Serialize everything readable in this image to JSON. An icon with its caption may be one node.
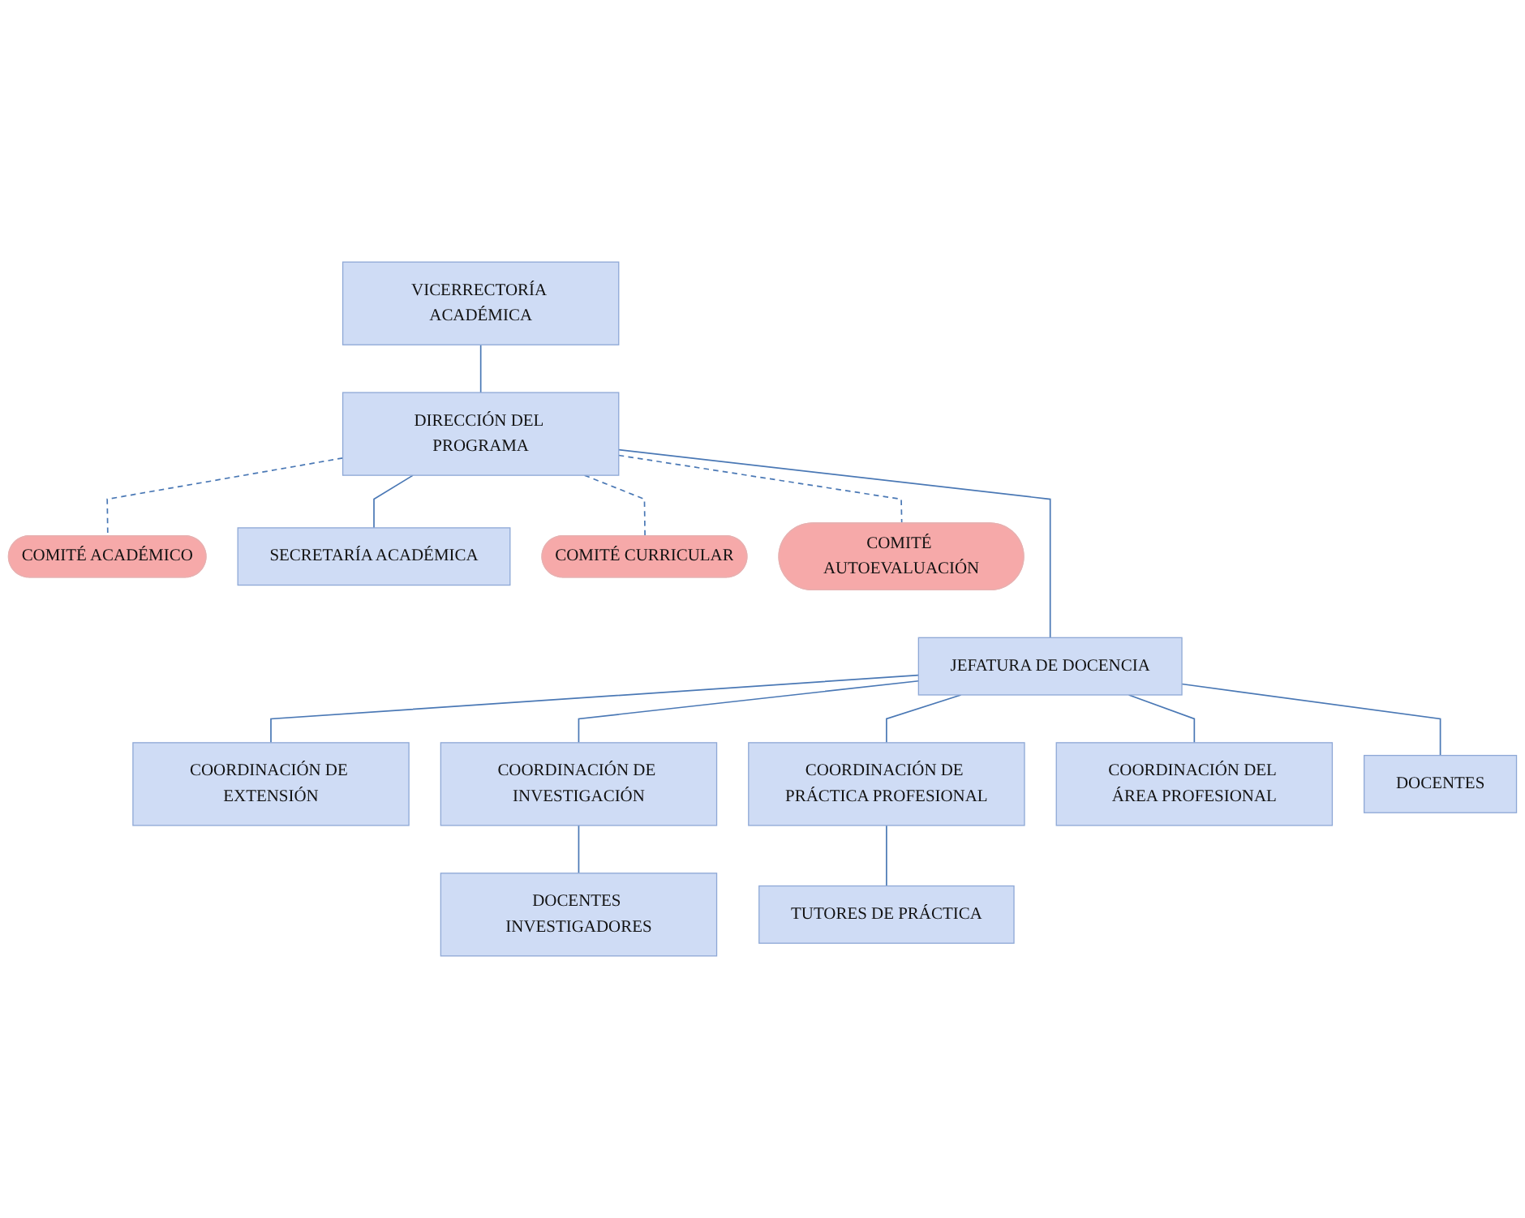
{
  "diagram": {
    "nodes": [
      {
        "text": [
          "VICERRECTORÍA ACADÉMICA"
        ]
      },
      {
        "text": [
          "DIRECCIÓN DEL PROGRAMA"
        ]
      },
      {
        "text": [
          "COMITÉ ACADÉMICO"
        ]
      },
      {
        "text": [
          "SECRETARÍA ACADÉMICA"
        ]
      },
      {
        "text": [
          "COMITÉ CURRICULAR"
        ]
      },
      {
        "text": [
          "COMITÉ AUTOEVALUACIÓN"
        ]
      },
      {
        "text": [
          "COORDINACIÓN DE EXTENSIÓN"
        ]
      },
      {
        "text": [
          "JEFATURA DE DOCENCIA"
        ]
      },
      {
        "text": [
          "COORDINACIÓN DE INVESTIGACIÓN"
        ]
      },
      {
        "text": [
          "COORDINACIÓN DE PRÁCTICA PROFESIONAL"
        ]
      },
      {
        "text": [
          "DOCENTES INVESTIGADORES"
        ]
      },
      {
        "text": [
          "TUTORES DE PRÁCTICA"
        ]
      },
      {
        "text": [
          "COORDINACIÓN DEL ÁREA PROFESIONAL"
        ]
      },
      {
        "text": [
          "DOCENTES"
        ]
      }
    ],
    "edges": [
      {
        "from": 0,
        "to": 1,
        "arrow": "none"
      },
      {
        "from": 1,
        "to": 2,
        "arrow": "none",
        "style": "dashed"
      },
      {
        "from": 1,
        "to": 3,
        "arrow": "none"
      },
      {
        "from": 1,
        "to": 4,
        "arrow": "none",
        "style": "dashed"
      },
      {
        "from": 1,
        "to": 5,
        "arrow": "none",
        "style": "dashed"
      },
      {
        "from": 1,
        "to": 7,
        "arrow": "none"
      },
      {
        "from": 7,
        "to": 6,
        "arrow": "none"
      },
      {
        "from": 7,
        "to": 8,
        "arrow": "none"
      },
      {
        "from": 8,
        "to": 10,
        "arrow": "none"
      },
      {
        "from": 7,
        "to": 9,
        "arrow": "none"
      },
      {
        "from": 9,
        "to": 11,
        "arrow": "none"
      },
      {
        "from": 7,
        "to": 12,
        "arrow": "none"
      },
      {
        "from": 7,
        "to": 13,
        "arrow": "none"
      }
    ]
  }
}
